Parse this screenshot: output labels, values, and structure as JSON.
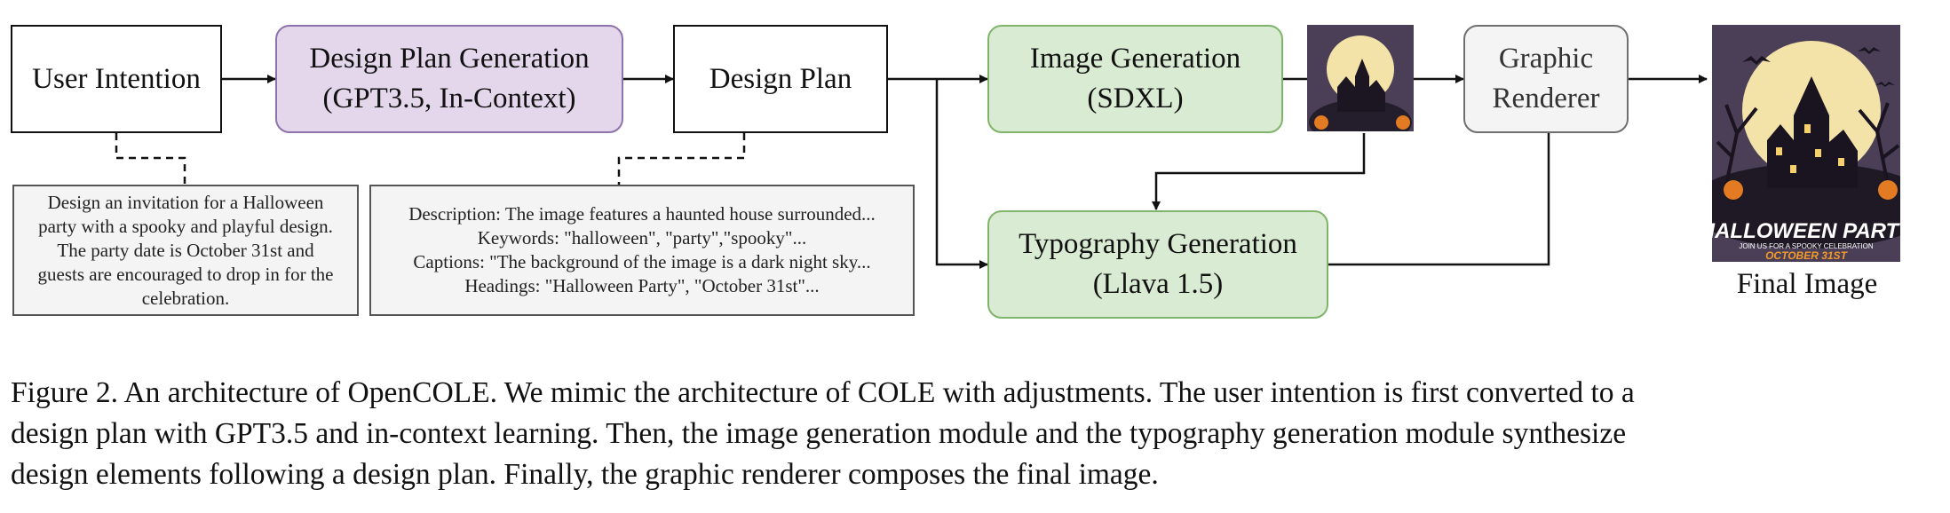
{
  "nodes": {
    "user_intention": "User Intention",
    "design_plan_generation": [
      "Design Plan Generation",
      "(GPT3.5, In-Context)"
    ],
    "design_plan": "Design Plan",
    "image_generation": [
      "Image Generation",
      "(SDXL)"
    ],
    "graphic_renderer": [
      "Graphic",
      "Renderer"
    ],
    "typography_generation": [
      "Typography Generation",
      "(Llava 1.5)"
    ],
    "final_image_label": "Final Image"
  },
  "notes": {
    "user_intention": [
      "Design an invitation for a Halloween",
      "party with a spooky and playful design.",
      "The party date is October 31st and",
      "guests are encouraged to drop in for the",
      "celebration."
    ],
    "design_plan": [
      "Description: The image features a haunted house surrounded...",
      "Keywords: \"halloween\", \"party\",\"spooky\"...",
      "Captions: \"The background of the image is a dark night sky...",
      "Headings: \"Halloween Party\", \"October 31st\"..."
    ]
  },
  "poster": {
    "title": "HALLOWEEN PARTY",
    "subtitle": "JOIN US FOR A SPOOKY CELEBRATION",
    "date": "OCTOBER 31ST"
  },
  "colors": {
    "purple_fill": "#e4d7ec",
    "green_fill": "#d9ebd2",
    "gray_fill": "#f4f4f4",
    "poster_bg": "#4a3f57",
    "moon": "#f3e3a8",
    "date_orange": "#f39a2c"
  },
  "caption": [
    "Figure 2. An architecture of OpenCOLE. We mimic the architecture of COLE with adjustments. The user intention is first converted to a",
    "design plan with GPT3.5 and in-context learning. Then, the image generation module and the typography generation module synthesize",
    "design elements following a design plan. Finally, the graphic renderer composes the final image."
  ]
}
